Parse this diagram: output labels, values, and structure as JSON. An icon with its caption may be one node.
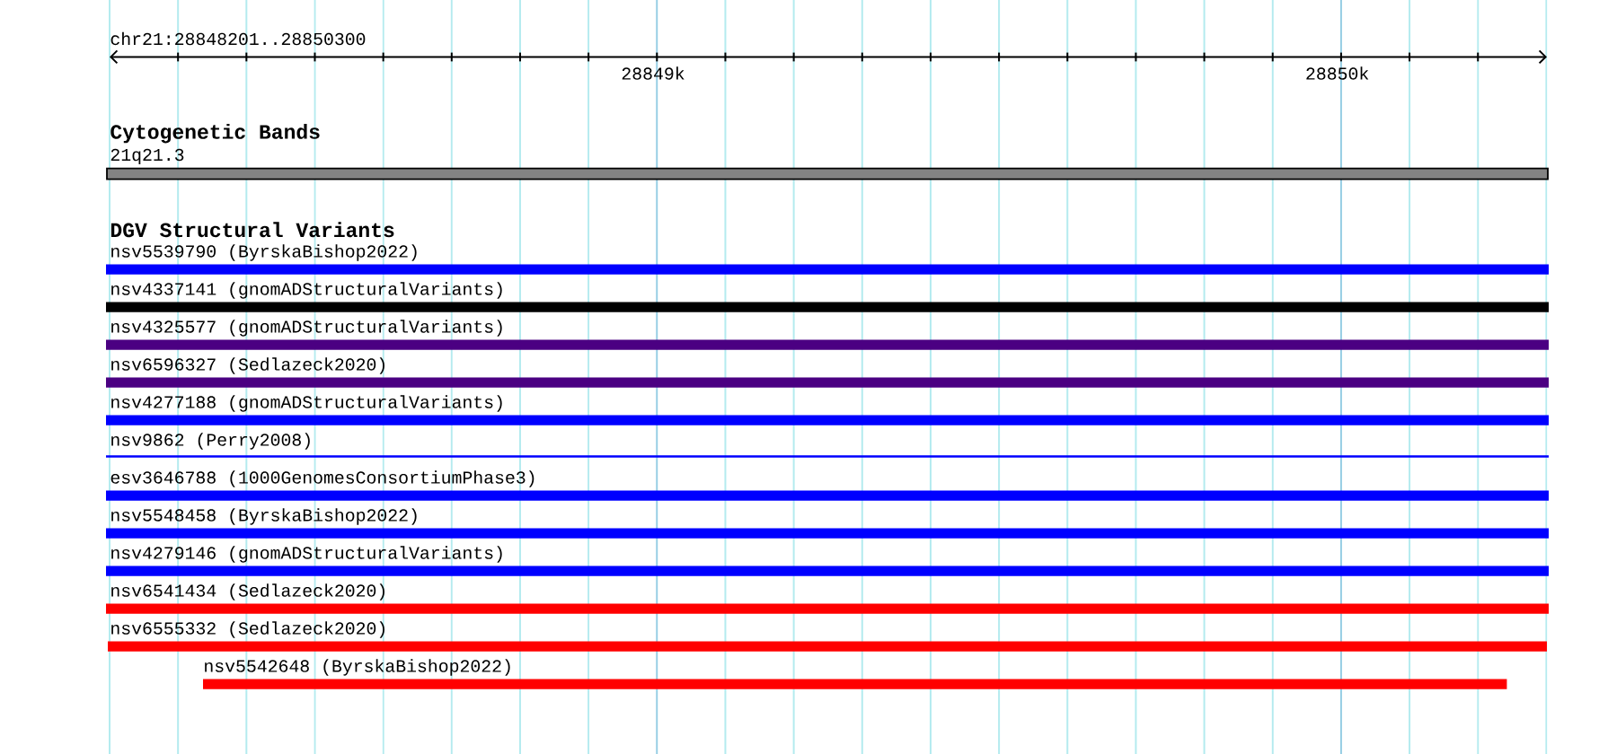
{
  "diagram": {
    "nodes": [
      {
        "text": [
          "21q21.3"
        ]
      },
      {
        "text": [
          "nsv5539790 (ByrskaBishop2022)"
        ]
      },
      {
        "text": [
          "nsv4337141 (gnomADStructuralVariants)"
        ]
      },
      {
        "text": [
          "nsv4325577 (gnomADStructuralVariants)"
        ]
      },
      {
        "text": [
          "nsv6596327 (Sedlazeck2020)"
        ]
      },
      {
        "text": [
          "nsv4277188 (gnomADStructuralVariants)"
        ]
      },
      {
        "text": [
          "nsv9862 (Perry2008)"
        ]
      },
      {
        "text": [
          "esv3646788 (1000GenomesConsortiumPhase3)"
        ]
      },
      {
        "text": [
          "nsv5548458 (ByrskaBishop2022)"
        ]
      },
      {
        "text": [
          "nsv4279146 (gnomADStructuralVariants)"
        ]
      },
      {
        "text": [
          "nsv6541434 (Sedlazeck2020)"
        ]
      },
      {
        "text": [
          "nsv6555332 (Sedlazeck2020)"
        ]
      },
      {
        "text": [
          "nsv5542648 (ByrskaBishop2022)"
        ]
      }
    ],
    "labels": [
      "chr21:28848201..28850300",
      "28849k",
      "28850k",
      "Cytogenetic Bands",
      "DGV Structural Variants"
    ]
  }
}
